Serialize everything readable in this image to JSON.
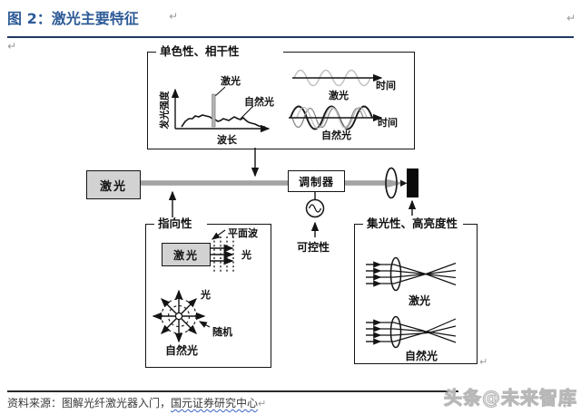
{
  "marks": {
    "return": "↵"
  },
  "header": {
    "title": "图 2：激光主要特征"
  },
  "diagram": {
    "top_box": {
      "label": "单色性、相干性",
      "spectrum": {
        "y_axis": "发光强度",
        "x_axis": "波长",
        "laser_label": "激光",
        "natural_label": "自然光"
      },
      "waves": {
        "laser_label": "激光",
        "natural_label": "自然光",
        "time_label_top": "时间",
        "time_label_bottom": "时间"
      }
    },
    "beam_row": {
      "laser_source": "激光",
      "modulator": "调制器",
      "controllability": "可控性"
    },
    "directivity_box": {
      "label": "指向性",
      "laser_source": "激光",
      "plane_wave": "平面波",
      "light_top": "光",
      "light_bottom": "光",
      "random": "随机",
      "natural": "自然光"
    },
    "focus_box": {
      "label": "集光性、高亮度性",
      "laser_label": "激光",
      "natural_label": "自然光"
    }
  },
  "footer": {
    "source_prefix": "资料来源：图解光纤激光器入门，",
    "source_highlight": "国元证券研究中心",
    "watermark": "头条@未来智库"
  },
  "colors": {
    "title_blue": "#2e5b97",
    "rule_navy": "#1f3864",
    "box_grey": "#d2d2d2",
    "beam_grey": "#a3a3a3",
    "wave_light_grey": "#c2c2c2",
    "watermark_grey": "#b8b8b8",
    "squiggle_blue": "#3a66c4"
  }
}
